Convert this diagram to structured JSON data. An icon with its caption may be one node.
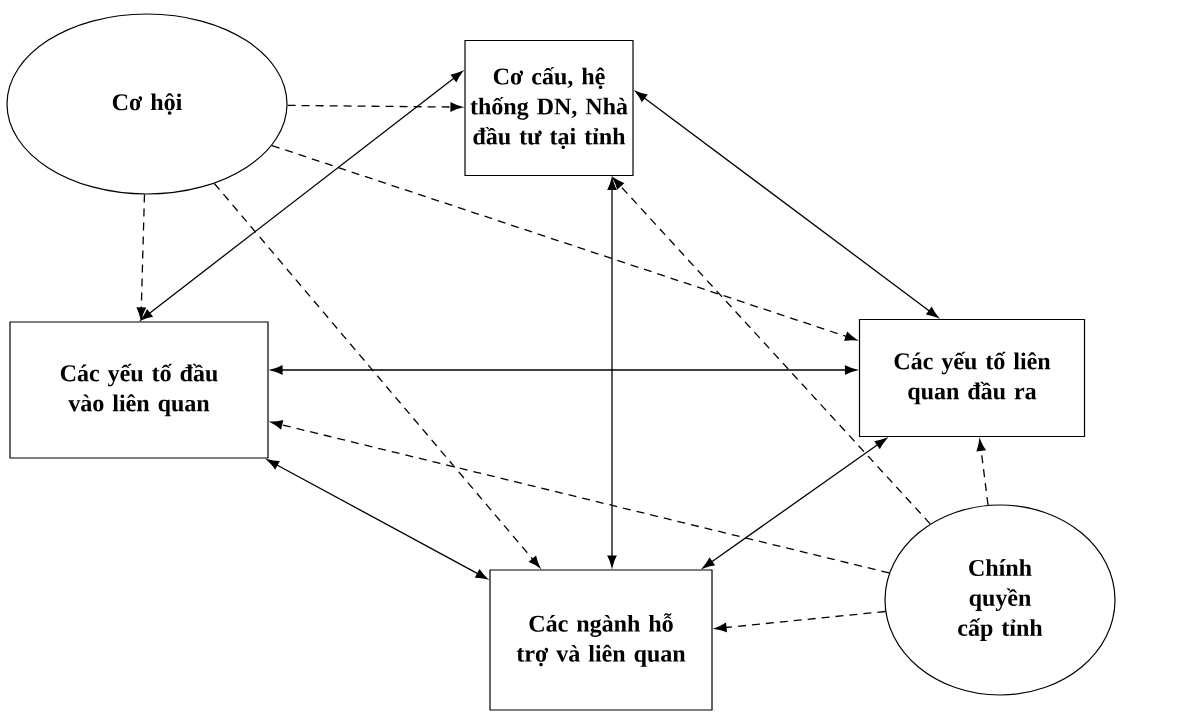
{
  "diagram": {
    "nodes": [
      {
        "text": [
          "Cơ hội"
        ]
      },
      {
        "text": [
          "Cơ cấu, hệ thống DN, Nhà đầu tư tại tỉnh"
        ]
      },
      {
        "text": [
          "Các yếu tố đầu vào liên quan"
        ]
      },
      {
        "text": [
          "Các yếu tố liên quan đầu ra"
        ]
      },
      {
        "text": [
          "Các ngành hỗ trợ và liên quan"
        ]
      },
      {
        "text": [
          "Chính quyền cấp tỉnh"
        ]
      }
    ],
    "edges": [
      {
        "from": 0,
        "to": 1,
        "arrow": "to",
        "style": "dashed"
      },
      {
        "from": 0,
        "to": 2,
        "arrow": "to",
        "style": "dashed"
      },
      {
        "from": 0,
        "to": 3,
        "arrow": "to",
        "style": "dashed"
      },
      {
        "from": 0,
        "to": 4,
        "arrow": "to",
        "style": "dashed"
      },
      {
        "from": 1,
        "to": 2,
        "arrow": "both"
      },
      {
        "from": 1,
        "to": 3,
        "arrow": "both"
      },
      {
        "from": 1,
        "to": 4,
        "arrow": "both"
      },
      {
        "from": 2,
        "to": 3,
        "arrow": "both"
      },
      {
        "from": 2,
        "to": 4,
        "arrow": "both"
      },
      {
        "from": 3,
        "to": 4,
        "arrow": "both"
      },
      {
        "from": 5,
        "to": 1,
        "arrow": "to",
        "style": "dashed"
      },
      {
        "from": 5,
        "to": 2,
        "arrow": "to",
        "style": "dashed"
      },
      {
        "from": 5,
        "to": 3,
        "arrow": "to",
        "style": "dashed"
      },
      {
        "from": 5,
        "to": 4,
        "arrow": "to",
        "style": "dashed"
      }
    ]
  }
}
